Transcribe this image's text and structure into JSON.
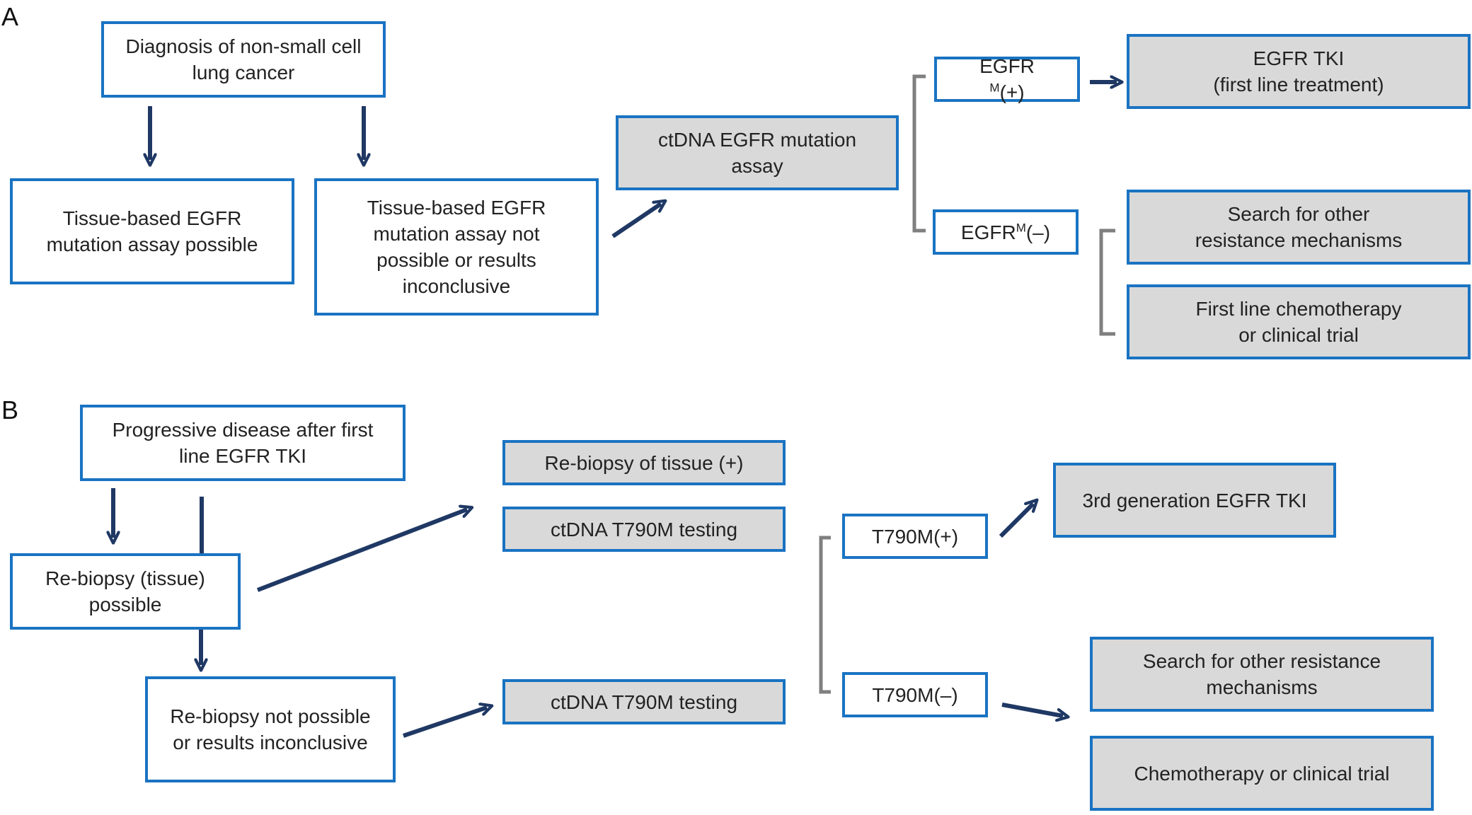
{
  "panels": {
    "a": "A",
    "b": "B"
  },
  "colors": {
    "box_border": "#1a73c2",
    "shaded_fill": "#d9d9d9",
    "arrow": "#1f3864",
    "bracket": "#7f7f7f"
  },
  "panel_a": {
    "diagnosis": [
      "Diagnosis of non-small cell",
      "lung cancer"
    ],
    "tissue_possible": [
      "Tissue-based EGFR",
      "mutation assay possible"
    ],
    "tissue_not_possible": [
      "Tissue-based EGFR",
      "mutation assay not",
      "possible or results",
      "inconclusive"
    ],
    "ctdna_assay": [
      "ctDNA EGFR mutation",
      "assay"
    ],
    "egfr_pos": {
      "prefix": "EGFR",
      "sup": "M",
      "suffix": "(+)"
    },
    "egfr_neg": {
      "prefix": "EGFR",
      "sup": "M",
      "suffix": "(–)"
    },
    "egfr_tki": [
      "EGFR TKI",
      "(first line treatment)"
    ],
    "search_other": [
      "Search for other",
      "resistance mechanisms"
    ],
    "first_line_chemo": [
      "First line chemotherapy",
      "or clinical trial"
    ]
  },
  "panel_b": {
    "progressive": [
      "Progressive disease after first",
      "line EGFR TKI"
    ],
    "rebiopsy_possible": [
      "Re-biopsy (tissue)",
      "possible"
    ],
    "rebiopsy_not_possible": [
      "Re-biopsy not possible",
      "or results inconclusive"
    ],
    "rebiopsy_tissue_pos": "Re-biopsy of tissue (+)",
    "ctdna_t790m_top": "ctDNA T790M testing",
    "ctdna_t790m_bottom": "ctDNA T790M testing",
    "t790m_pos": "T790M(+)",
    "t790m_neg": "T790M(–)",
    "third_gen_tki": "3rd generation EGFR TKI",
    "search_other": [
      "Search for other resistance",
      "mechanisms"
    ],
    "chemo_trial": "Chemotherapy or clinical trial"
  }
}
